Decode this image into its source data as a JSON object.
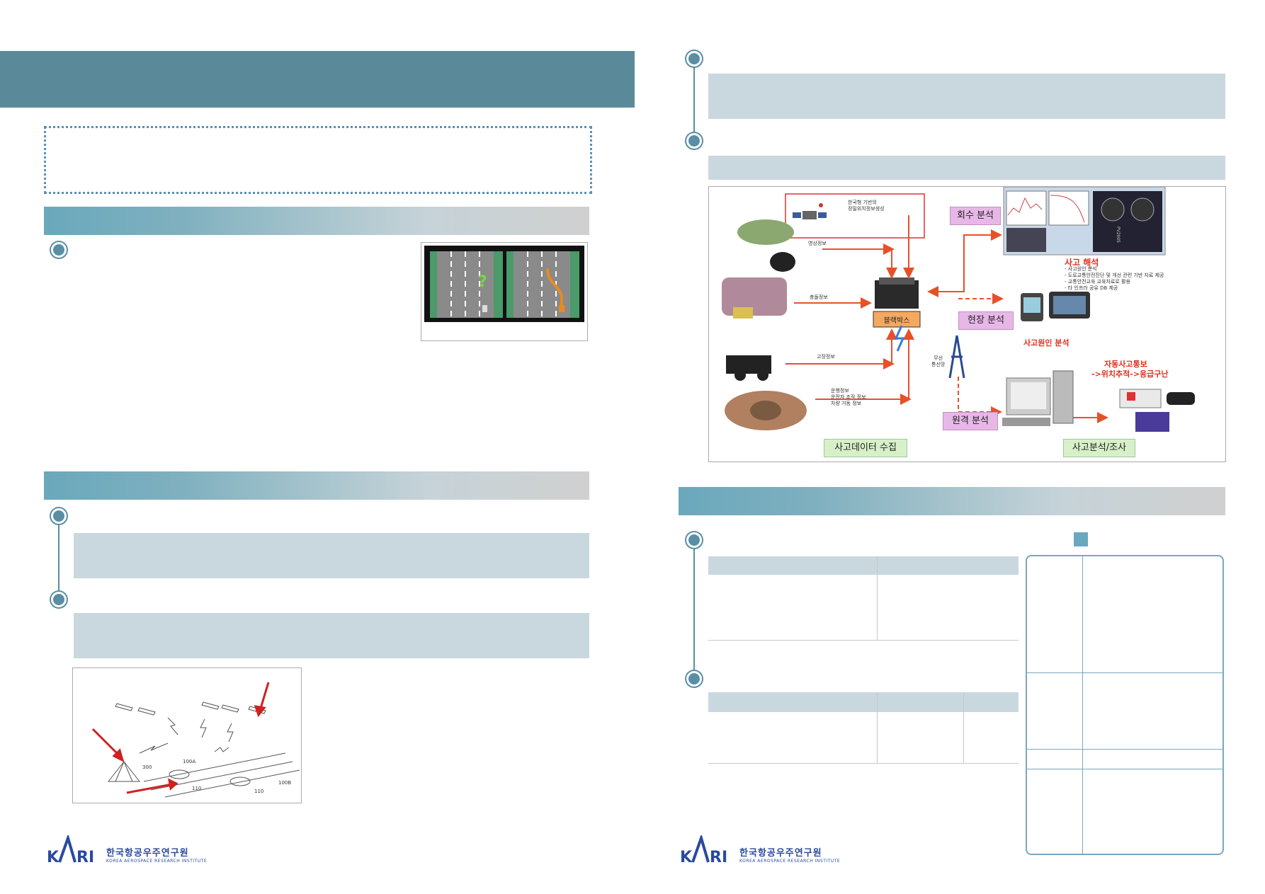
{
  "diagram": {
    "sat_label": "한국형 기반의\n정밀위치정보생성",
    "video_label": "영상정보",
    "impact_label": "충돌정보",
    "fault_label": "고장정보",
    "drive_label": "운행정보\n운전자 조작 정보\n차량 거동 정보",
    "blackbox": "블랙박스",
    "retrieval": "회수 분석",
    "onsite": "현장 분석",
    "remote": "원격 분석",
    "wireless": "무선\n통신망",
    "collect": "사고데이터 수집",
    "analysis": "사고분석/조사",
    "accident_title": "사고 해석",
    "accident_items": [
      "- 사고원인 분석",
      "- 도로교통안전진단 및 개선 관련 기반 자료 제공",
      "- 교통안전교육 교육자료로 활용",
      "- 타 인프라 공유 DB 제공"
    ],
    "cause_analysis": "사고원인 분석",
    "auto_report_1": "자동사고통보",
    "auto_report_2": "->위치추적->응급구난",
    "monitor_text": "PV2005"
  },
  "patent_fig": {
    "label_300": "300",
    "label_100a": "100A",
    "label_100b": "100B",
    "label_110a": "110",
    "label_110b": "110"
  },
  "logo": {
    "mark": "KARI",
    "korean": "한국항공우주연구원",
    "english": "KOREA AEROSPACE RESEARCH INSTITUTE"
  },
  "colors": {
    "title_bar": "#5a8a9a",
    "accent": "#5a8ea4",
    "gray_box": "#c9d8de",
    "arrow": "#e8502a"
  }
}
